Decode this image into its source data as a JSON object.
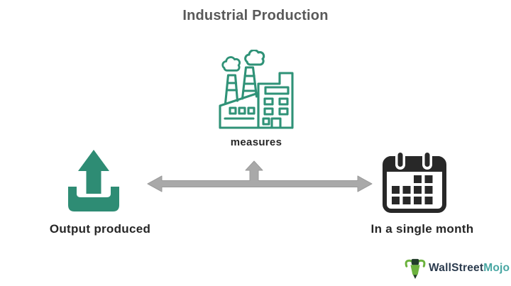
{
  "title": "Industrial Production",
  "diagram": {
    "measures_label": "measures",
    "center": {
      "icon": "factory-icon"
    },
    "left": {
      "label": "Output produced",
      "icon": "upload-icon"
    },
    "right": {
      "label": "In a single month",
      "icon": "calendar-icon"
    },
    "connector": {
      "icon": "bidirectional-arrow-icon"
    }
  },
  "logo": {
    "brand_dark": "WallStreet",
    "brand_teal": "Mojo",
    "icon": "bull-mascot-icon"
  },
  "colors": {
    "teal_icon": "#2E8C74",
    "factory_outline": "#2F9277",
    "dark_icon": "#282828",
    "label_text": "#262626",
    "title_text": "#595959",
    "arrow_gray": "#A9A9A9",
    "logo_dark": "#2B3B4E",
    "logo_teal": "#47A6A2",
    "mascot_green": "#6CB23E",
    "background": "#FFFFFF"
  }
}
